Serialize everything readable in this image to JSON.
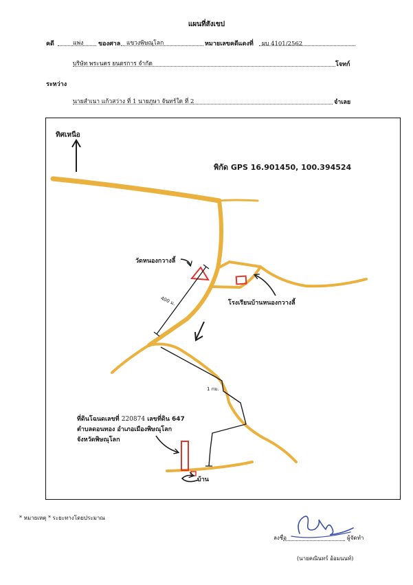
{
  "header": {
    "title": "แผนที่สังเขป"
  },
  "case": {
    "case_label": "คดี",
    "case_type": "แพ่ง",
    "court_label": "ของศาล",
    "court_name": "แขวงพิษณุโลก",
    "case_number_label": "หมายเลขคดีแดงที่",
    "case_number": "ผบ 4101/2562",
    "plaintiff": "บริษัท พระนคร ยนตรการ จำกัด",
    "plaintiff_label": "โจทก์",
    "between_label": "ระหว่าง",
    "defendants": "นายสำเนา แก้วสว่าง ที่ 1  นายภูษา จันทร์ใด ที่ 2",
    "defendant_label": "จำเลย"
  },
  "map": {
    "north_label": "ทิศเหนือ",
    "gps_label": "พิกัด GPS 16.901450, 100.394524",
    "temple_label": "วัดหนองกวางลี้",
    "school_label": "โรงเรียนบ้านหนองกวางลี้",
    "distance_400": "400 ม.",
    "distance_1km": "1 กม.",
    "land_line1_prefix": "ที่ดินโฉนดเลขที่",
    "land_deed_number": "220874",
    "land_line1_suffix": "เลขที่ดิน 647",
    "land_line2": "ตำบลดอนทอง อำเภอเมืองพิษณุโลก",
    "land_line3": "จังหวัดพิษณุโลก",
    "house_label": "บ้าน",
    "colors": {
      "road": "#ebb13e",
      "marker": "#e0342f",
      "path": "#1b1b1b"
    }
  },
  "footer": {
    "note": "* หมายเหตุ * ระยะทางโดยประมาณ",
    "sign_label": "ลงชื่อ",
    "signer_role": "ผู้จัดทำ",
    "signer_name": "(นายคณินทร์ อ้อมนนท์)"
  }
}
